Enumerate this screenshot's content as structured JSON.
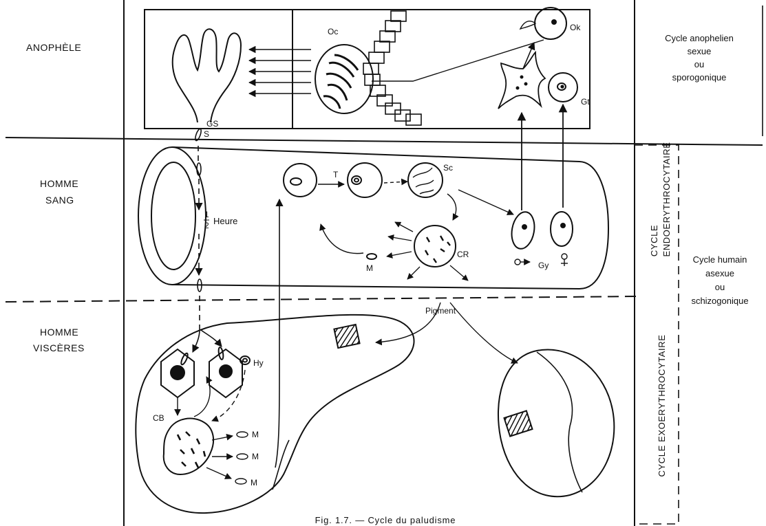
{
  "row_labels": {
    "anophele": "ANOPHÈLE",
    "homme_sang_1": "HOMME",
    "homme_sang_2": "SANG",
    "homme_visceres_1": "HOMME",
    "homme_visceres_2": "VISCÈRES"
  },
  "side_labels": {
    "cycle_anophelien": [
      "Cycle anophelien",
      "sexue",
      "ou",
      "sporogonique"
    ],
    "cycle_humain": [
      "Cycle humain",
      "asexue",
      "ou",
      "schizogonique"
    ]
  },
  "vertical_labels": {
    "endo_1": "CYCLE",
    "endo_2": "ENDOERYTHROCYTAIRE",
    "exo": "CYCLE EXOERYTHROCYTAIRE"
  },
  "stage_labels": {
    "oc": "Oc",
    "ok": "Ok",
    "gs": "GS",
    "gt": "Gt",
    "s": "S",
    "t": "T",
    "sc": "Sc",
    "cr": "CR",
    "m_blood": "M",
    "gy": "Gy",
    "hy": "Hy",
    "cb": "CB",
    "m1": "M",
    "m2": "M",
    "m3": "M",
    "pigment": "Pigment"
  },
  "timing": {
    "fraction_num": "1",
    "fraction_den": "2",
    "unit": "Heure"
  },
  "caption": "Fig. 1.7. — Cycle du paludisme"
}
